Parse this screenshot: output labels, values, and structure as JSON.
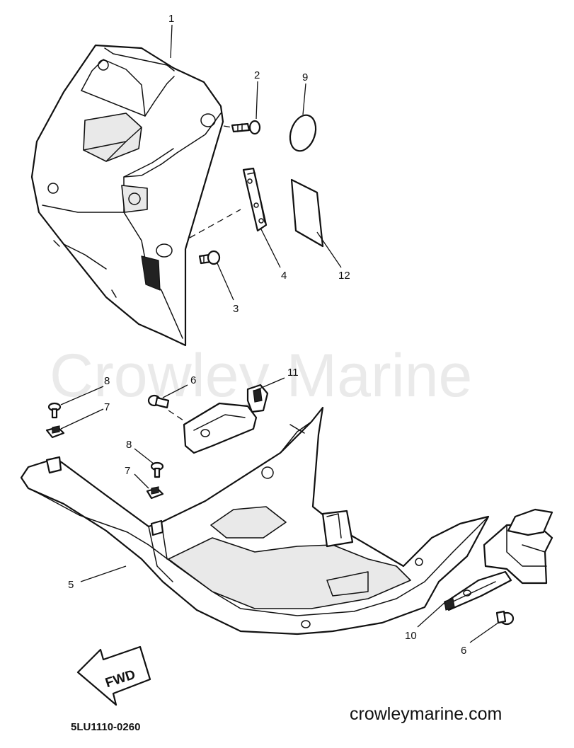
{
  "watermark": "Crowley Marine",
  "footer": {
    "site_url": "crowleymarine.com",
    "diagram_code": "5LU1110-0260"
  },
  "fwd_arrow": {
    "label": "FWD"
  },
  "callouts": {
    "c1": "1",
    "c2": "2",
    "c3": "3",
    "c4": "4",
    "c5": "5",
    "c6a": "6",
    "c6b": "6",
    "c7a": "7",
    "c7b": "7",
    "c8a": "8",
    "c8b": "8",
    "c9": "9",
    "c10": "10",
    "c11": "11",
    "c12": "12"
  }
}
